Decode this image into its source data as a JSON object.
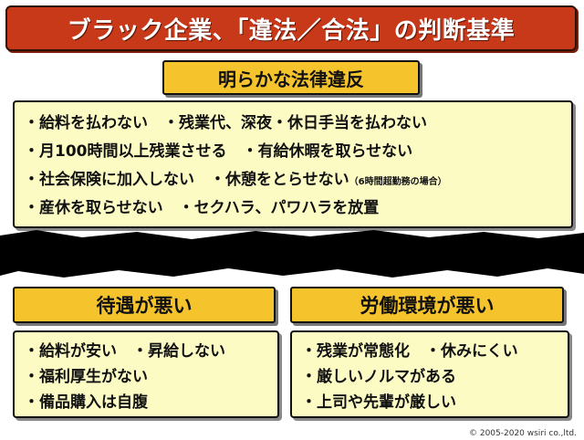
{
  "title": "ブラック企業、「違法／合法」の判断基準",
  "illegal": {
    "header": "明らかな法律違反",
    "lines": [
      {
        "text": "・給料を払わない　・残業代、深夜・休日手当を払わない",
        "note": ""
      },
      {
        "text": "・月100時間以上残業させる　・有給休暇を取らせない",
        "note": ""
      },
      {
        "text": "・社会保険に加入しない　・休憩をとらせない",
        "note": "（6時間超勤務の場合）"
      },
      {
        "text": "・産休を取らせない　・セクハラ、パワハラを放置",
        "note": ""
      }
    ]
  },
  "treatment": {
    "header": "待遇が悪い",
    "lines": [
      "・給料が安い　・昇給しない",
      "・福利厚生がない",
      "・備品購入は自腹"
    ]
  },
  "environment": {
    "header": "労働環境が悪い",
    "lines": [
      "・残業が常態化　・休みにくい",
      "・厳しいノルマがある",
      "・上司や先輩が厳しい"
    ]
  },
  "footer": "© 2005-2020 wsiri co.,ltd.",
  "colors": {
    "title_bg": "#c8391a",
    "header_bg": "#f5c42c",
    "box_bg": "#fdfbc4",
    "divider": "#000000"
  }
}
